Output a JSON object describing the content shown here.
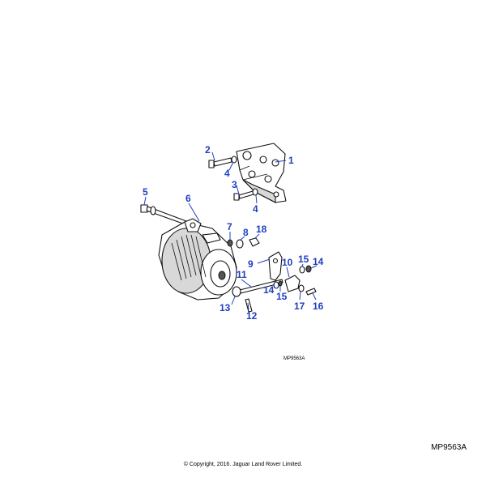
{
  "diagram": {
    "callouts": [
      "1",
      "2",
      "3",
      "4",
      "4",
      "5",
      "6",
      "7",
      "8",
      "9",
      "10",
      "11",
      "12",
      "13",
      "14",
      "14",
      "15",
      "15",
      "16",
      "17",
      "18"
    ],
    "ref_small": "MP9563A",
    "ref_large": "MP9563A",
    "copyright": "© Copyright, 2016. Jaguar Land Rover Limited.",
    "callout_color": "#1f3fbf"
  }
}
